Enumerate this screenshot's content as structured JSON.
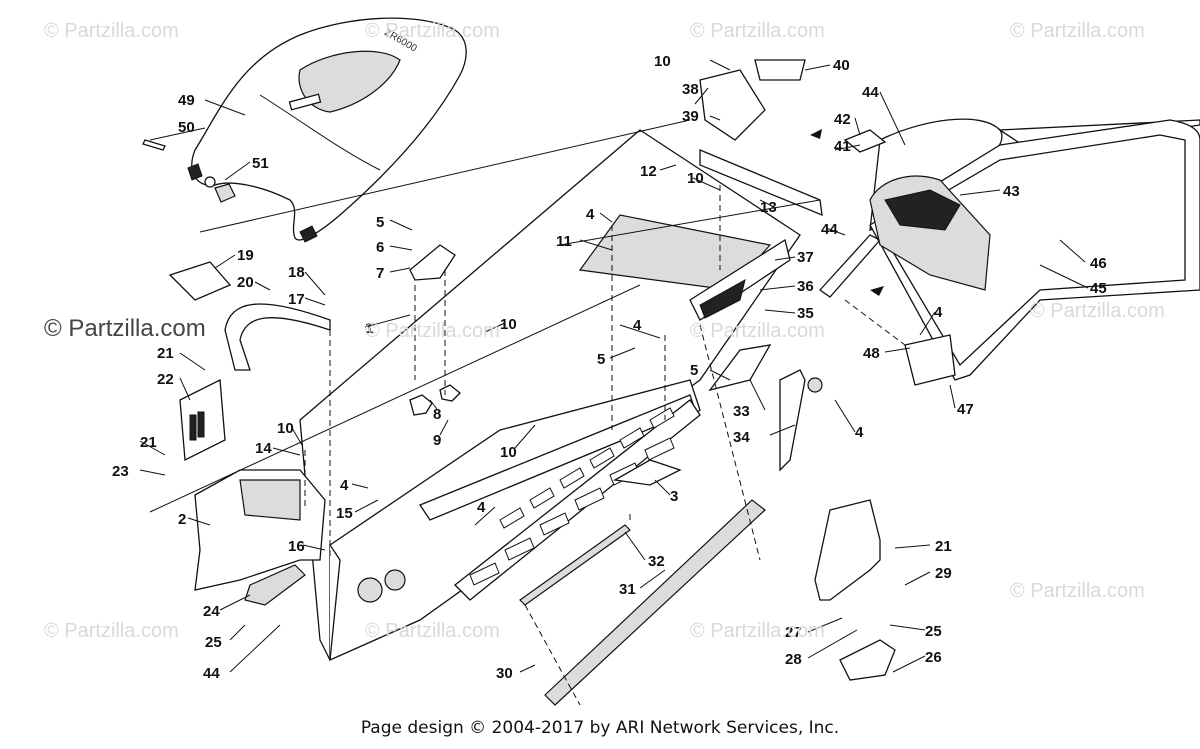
{
  "watermarks": {
    "text": "© Partzilla.com",
    "large": "© Partzilla.com"
  },
  "footer": "Page design © 2004-2017 by ARI Network Services, Inc.",
  "callouts": [
    "1",
    "2",
    "3",
    "4",
    "5",
    "6",
    "7",
    "8",
    "9",
    "10",
    "11",
    "12",
    "13",
    "14",
    "15",
    "16",
    "17",
    "18",
    "19",
    "20",
    "21",
    "22",
    "23",
    "24",
    "25",
    "26",
    "27",
    "28",
    "29",
    "30",
    "31",
    "32",
    "33",
    "34",
    "35",
    "36",
    "37",
    "38",
    "39",
    "40",
    "41",
    "42",
    "43",
    "44",
    "45",
    "46",
    "47",
    "48",
    "49",
    "50",
    "51"
  ]
}
